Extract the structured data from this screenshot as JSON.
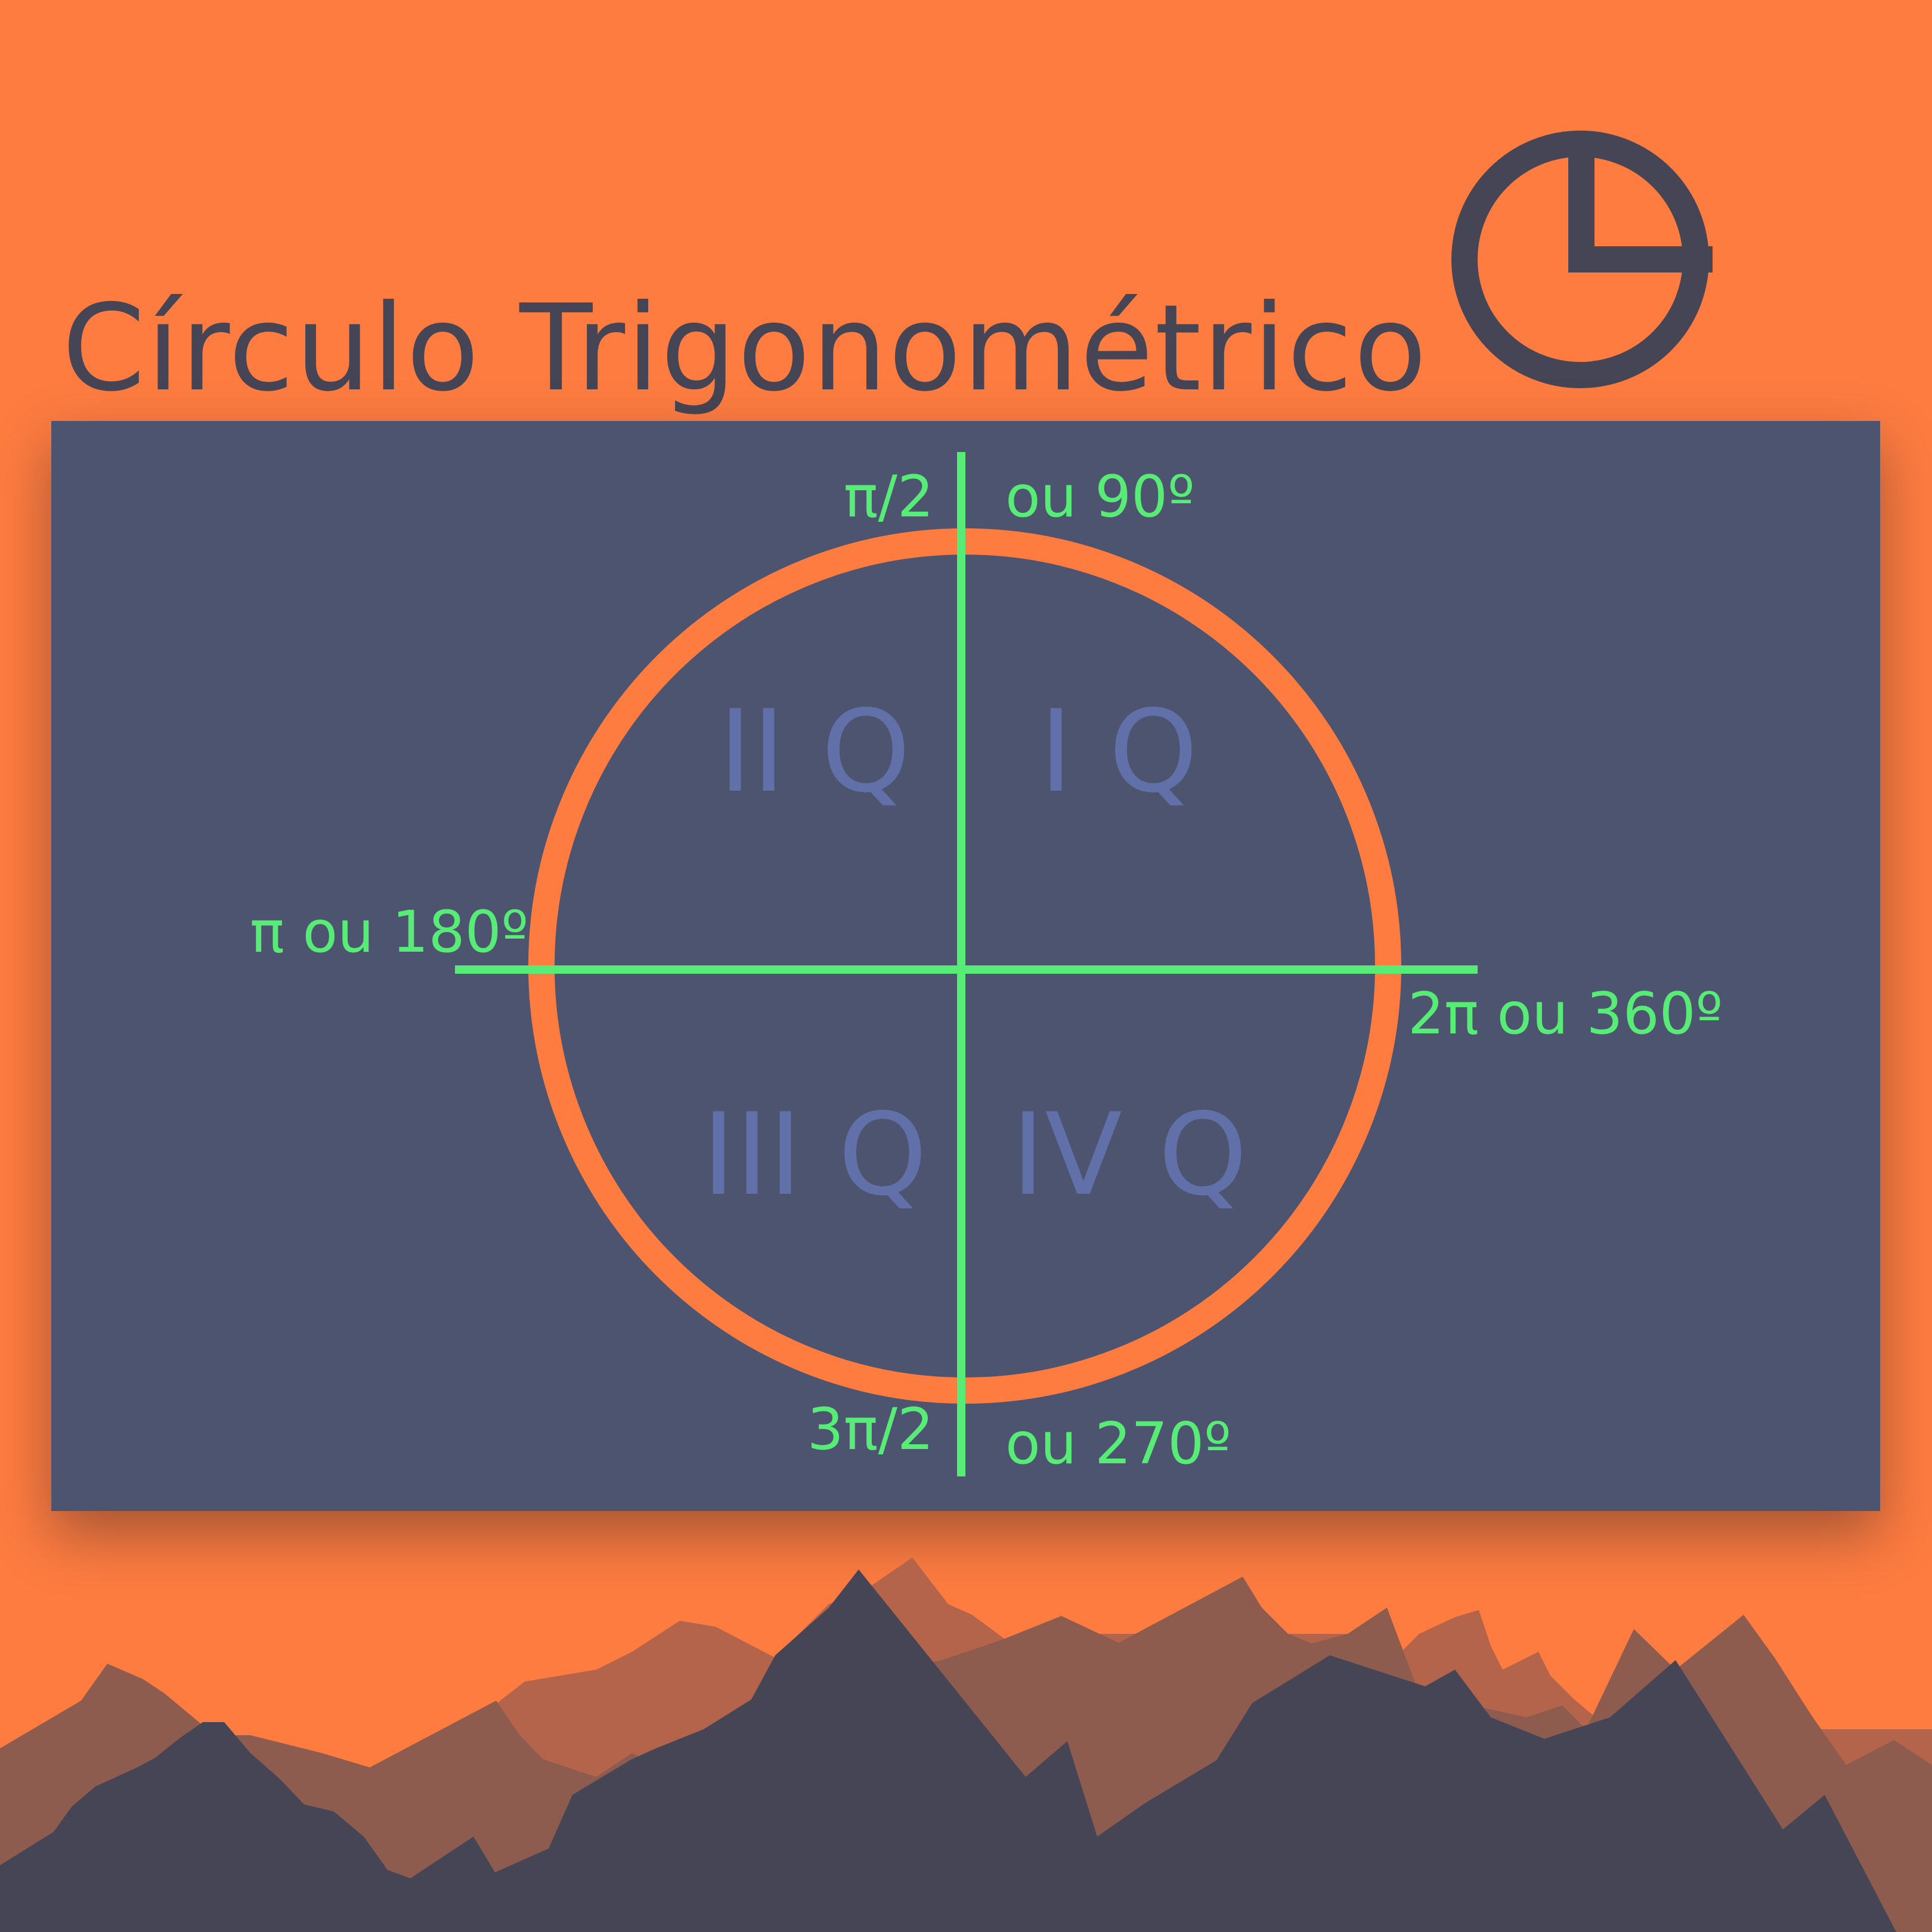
{
  "title": "Círculo Trigonométrico",
  "colors": {
    "background": "#fe7c40",
    "panel": "#4c546f",
    "dark": "#454555",
    "circle": "#fe7c40",
    "axes": "#57ec75",
    "quadrant_text": "#6170a8",
    "mountain_back": "#b3644b",
    "mountain_mid": "#8e5b4f"
  },
  "logo_icon": "clock-icon",
  "angles": {
    "top_rad": "π/2",
    "top_deg": "ou 90º",
    "left": "π ou 180º",
    "right": "2π ou 360º",
    "bottom_rad": "3π/2",
    "bottom_deg": "ou 270º"
  },
  "quadrants": {
    "q1": "I Q",
    "q2": "II Q",
    "q3": "III Q",
    "q4": "IV Q"
  }
}
